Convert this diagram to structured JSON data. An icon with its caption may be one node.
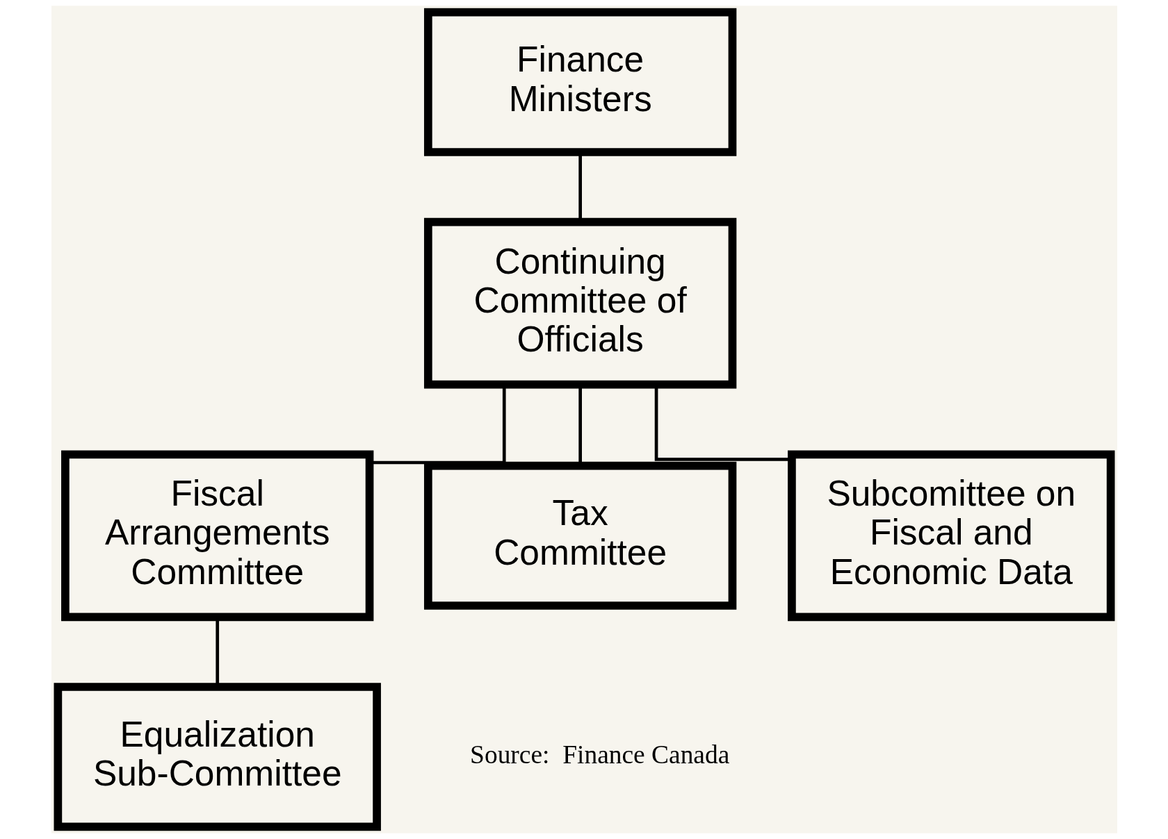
{
  "diagram": {
    "nodes": [
      {
        "text": [
          "Finance Ministers"
        ]
      },
      {
        "text": [
          "Continuing Committee of Officials"
        ]
      },
      {
        "text": [
          "Fiscal Arrangements Committee"
        ]
      },
      {
        "text": [
          "Tax Committee"
        ]
      },
      {
        "text": [
          "Subcomittee on Fiscal and Economic Data"
        ]
      },
      {
        "text": [
          "Equalization Sub-Committee"
        ]
      }
    ],
    "edges": [
      {
        "from": 0,
        "to": 1,
        "arrow": "none"
      },
      {
        "from": 1,
        "to": 2,
        "arrow": "none"
      },
      {
        "from": 1,
        "to": 3,
        "arrow": "none"
      },
      {
        "from": 1,
        "to": 4,
        "arrow": "none"
      },
      {
        "from": 2,
        "to": 5,
        "arrow": "none"
      }
    ],
    "labels": [
      "Source:  Finance Canada"
    ]
  }
}
